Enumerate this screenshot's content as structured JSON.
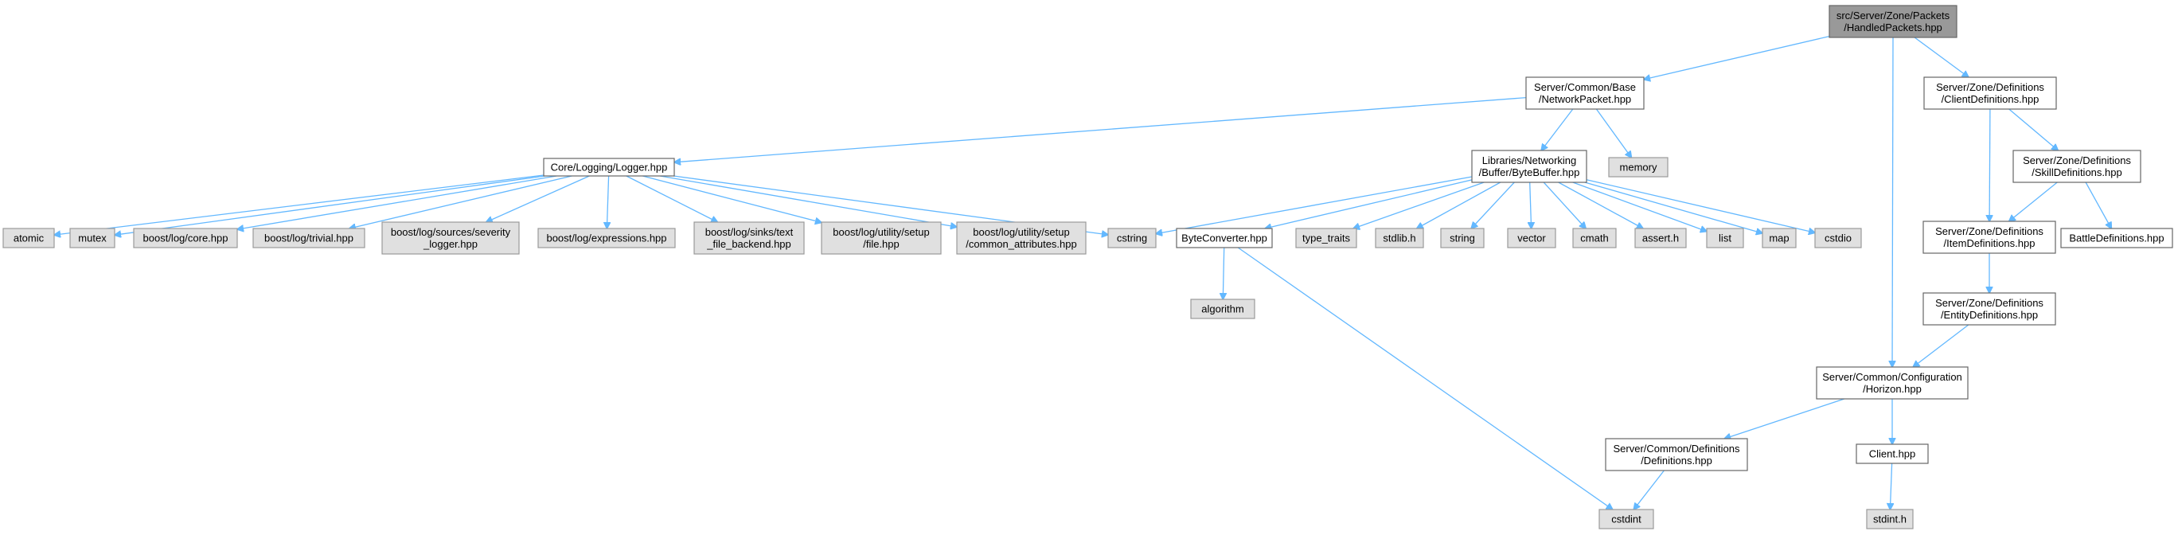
{
  "diagram": {
    "colors": {
      "edge": "#63b8ff",
      "root_fill": "#999999",
      "external_fill": "#e0e0e0",
      "linked_fill": "#ffffff"
    },
    "nodes": [
      {
        "id": "n0",
        "lines": [
          "src/Server/Zone/Packets",
          "/HandledPackets.hpp"
        ],
        "kind": "root"
      },
      {
        "id": "n1",
        "lines": [
          "Server/Common/Base",
          "/NetworkPacket.hpp"
        ],
        "kind": "linked"
      },
      {
        "id": "n2",
        "lines": [
          "Server/Zone/Definitions",
          "/ClientDefinitions.hpp"
        ],
        "kind": "linked"
      },
      {
        "id": "n3",
        "lines": [
          "Core/Logging/Logger.hpp"
        ],
        "kind": "linked"
      },
      {
        "id": "n4",
        "lines": [
          "Libraries/Networking",
          "/Buffer/ByteBuffer.hpp"
        ],
        "kind": "linked"
      },
      {
        "id": "n5",
        "lines": [
          "memory"
        ],
        "kind": "external"
      },
      {
        "id": "n6",
        "lines": [
          "Server/Zone/Definitions",
          "/SkillDefinitions.hpp"
        ],
        "kind": "linked"
      },
      {
        "id": "n7",
        "lines": [
          "atomic"
        ],
        "kind": "external"
      },
      {
        "id": "n8",
        "lines": [
          "mutex"
        ],
        "kind": "external"
      },
      {
        "id": "n9",
        "lines": [
          "boost/log/core.hpp"
        ],
        "kind": "external"
      },
      {
        "id": "n10",
        "lines": [
          "boost/log/trivial.hpp"
        ],
        "kind": "external"
      },
      {
        "id": "n11",
        "lines": [
          "boost/log/sources/severity",
          "_logger.hpp"
        ],
        "kind": "external"
      },
      {
        "id": "n12",
        "lines": [
          "boost/log/expressions.hpp"
        ],
        "kind": "external"
      },
      {
        "id": "n13",
        "lines": [
          "boost/log/sinks/text",
          "_file_backend.hpp"
        ],
        "kind": "external"
      },
      {
        "id": "n14",
        "lines": [
          "boost/log/utility/setup",
          "/file.hpp"
        ],
        "kind": "external"
      },
      {
        "id": "n15",
        "lines": [
          "boost/log/utility/setup",
          "/common_attributes.hpp"
        ],
        "kind": "external"
      },
      {
        "id": "n16",
        "lines": [
          "cstring"
        ],
        "kind": "external"
      },
      {
        "id": "n17",
        "lines": [
          "ByteConverter.hpp"
        ],
        "kind": "linked"
      },
      {
        "id": "n18",
        "lines": [
          "type_traits"
        ],
        "kind": "external"
      },
      {
        "id": "n19",
        "lines": [
          "stdlib.h"
        ],
        "kind": "external"
      },
      {
        "id": "n20",
        "lines": [
          "string"
        ],
        "kind": "external"
      },
      {
        "id": "n21",
        "lines": [
          "vector"
        ],
        "kind": "external"
      },
      {
        "id": "n22",
        "lines": [
          "cmath"
        ],
        "kind": "external"
      },
      {
        "id": "n23",
        "lines": [
          "assert.h"
        ],
        "kind": "external"
      },
      {
        "id": "n24",
        "lines": [
          "list"
        ],
        "kind": "external"
      },
      {
        "id": "n25",
        "lines": [
          "map"
        ],
        "kind": "external"
      },
      {
        "id": "n26",
        "lines": [
          "cstdio"
        ],
        "kind": "external"
      },
      {
        "id": "n27",
        "lines": [
          "Server/Zone/Definitions",
          "/ItemDefinitions.hpp"
        ],
        "kind": "linked"
      },
      {
        "id": "n28",
        "lines": [
          "BattleDefinitions.hpp"
        ],
        "kind": "linked"
      },
      {
        "id": "n29",
        "lines": [
          "algorithm"
        ],
        "kind": "external"
      },
      {
        "id": "n30",
        "lines": [
          "Server/Zone/Definitions",
          "/EntityDefinitions.hpp"
        ],
        "kind": "linked"
      },
      {
        "id": "n31",
        "lines": [
          "Server/Common/Configuration",
          "/Horizon.hpp"
        ],
        "kind": "linked"
      },
      {
        "id": "n32",
        "lines": [
          "Server/Common/Definitions",
          "/Definitions.hpp"
        ],
        "kind": "linked"
      },
      {
        "id": "n33",
        "lines": [
          "Client.hpp"
        ],
        "kind": "linked"
      },
      {
        "id": "n34",
        "lines": [
          "cstdint"
        ],
        "kind": "external"
      },
      {
        "id": "n35",
        "lines": [
          "stdint.h"
        ],
        "kind": "external"
      }
    ],
    "edges": [
      [
        "n0",
        "n1"
      ],
      [
        "n0",
        "n2"
      ],
      [
        "n0",
        "n31"
      ],
      [
        "n1",
        "n3"
      ],
      [
        "n1",
        "n4"
      ],
      [
        "n1",
        "n5"
      ],
      [
        "n2",
        "n27"
      ],
      [
        "n2",
        "n6"
      ],
      [
        "n3",
        "n7"
      ],
      [
        "n3",
        "n8"
      ],
      [
        "n3",
        "n9"
      ],
      [
        "n3",
        "n10"
      ],
      [
        "n3",
        "n11"
      ],
      [
        "n3",
        "n12"
      ],
      [
        "n3",
        "n13"
      ],
      [
        "n3",
        "n14"
      ],
      [
        "n3",
        "n15"
      ],
      [
        "n3",
        "n16"
      ],
      [
        "n4",
        "n16"
      ],
      [
        "n4",
        "n17"
      ],
      [
        "n4",
        "n18"
      ],
      [
        "n4",
        "n19"
      ],
      [
        "n4",
        "n20"
      ],
      [
        "n4",
        "n21"
      ],
      [
        "n4",
        "n22"
      ],
      [
        "n4",
        "n23"
      ],
      [
        "n4",
        "n24"
      ],
      [
        "n4",
        "n25"
      ],
      [
        "n4",
        "n26"
      ],
      [
        "n6",
        "n27"
      ],
      [
        "n6",
        "n28"
      ],
      [
        "n17",
        "n29"
      ],
      [
        "n17",
        "n34"
      ],
      [
        "n27",
        "n30"
      ],
      [
        "n30",
        "n31"
      ],
      [
        "n31",
        "n32"
      ],
      [
        "n31",
        "n33"
      ],
      [
        "n32",
        "n34"
      ],
      [
        "n33",
        "n35"
      ]
    ]
  }
}
